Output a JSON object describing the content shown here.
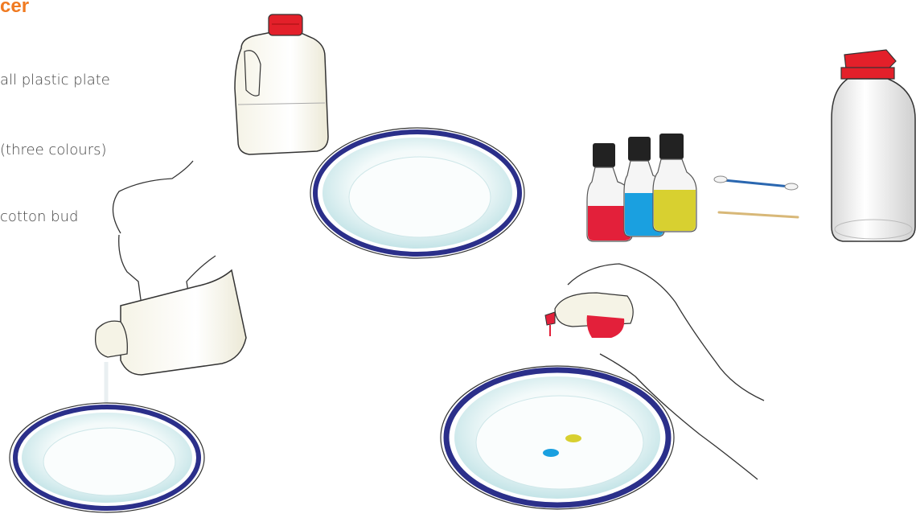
{
  "heading": {
    "title": "cer"
  },
  "materials": {
    "items": [
      {
        "label": "all plastic plate"
      },
      {
        "label": "(three colours)"
      },
      {
        "label": "cotton bud"
      }
    ]
  },
  "colors": {
    "title": "#f07a21",
    "plate_rim": "#2b2f8a",
    "plate_inner": "#cfeaec",
    "red_liquid": "#e3203a",
    "blue_liquid": "#1aa0e0",
    "yellow_liquid": "#d8d030",
    "cap_red": "#e3202a"
  },
  "icons": [
    "milk-jug-icon",
    "plastic-plate-icon",
    "food-colouring-bottles-icon",
    "cotton-bud-icon",
    "toothpick-icon",
    "detergent-bottle-icon",
    "hand-pouring-milk-icon",
    "hand-dropping-colour-icon"
  ],
  "drops": [
    "yellow",
    "blue"
  ]
}
